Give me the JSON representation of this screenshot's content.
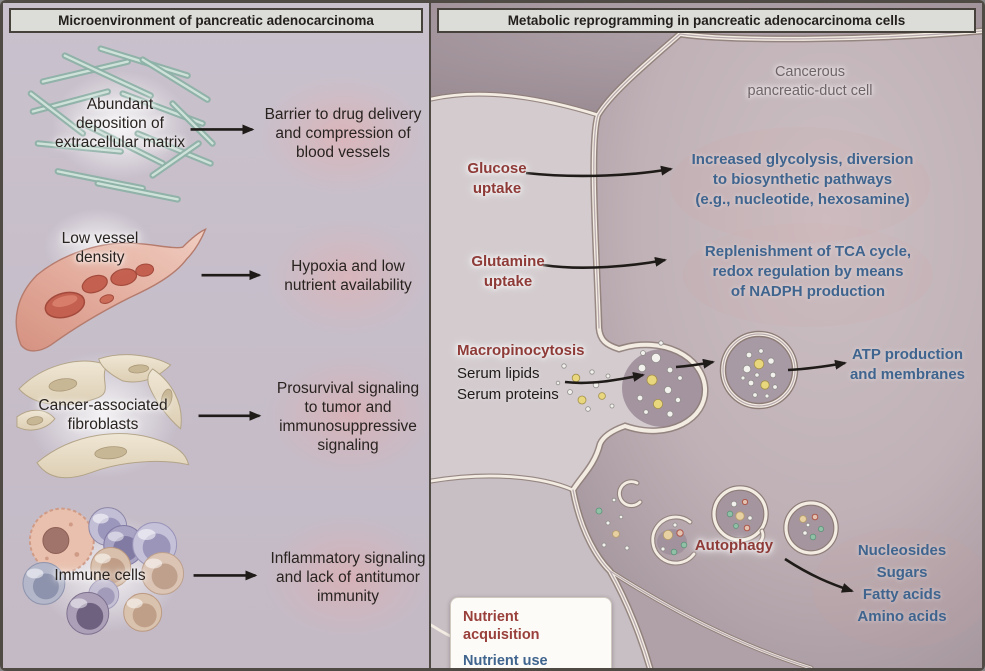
{
  "figure": {
    "left_panel": {
      "title": "Microenvironment of pancreatic adenocarcinoma",
      "rows": [
        {
          "icon": "extracellular-matrix-illustration",
          "label": "Abundant\ndeposition of\nextracellular matrix",
          "effect": "Barrier to drug delivery\nand compression of\nblood vessels"
        },
        {
          "icon": "blood-vessel-illustration",
          "label": "Low vessel\ndensity",
          "effect": "Hypoxia and low\nnutrient availability"
        },
        {
          "icon": "fibroblasts-illustration",
          "label": "Cancer-associated\nfibroblasts",
          "effect": "Prosurvival signaling\nto tumor and\nimmunosuppressive\nsignaling"
        },
        {
          "icon": "immune-cells-illustration",
          "label": "Immune cells",
          "effect": "Inflammatory signaling\nand lack of antitumor\nimmunity"
        }
      ]
    },
    "right_panel": {
      "title": "Metabolic reprogramming in pancreatic adenocarcinoma cells",
      "cell_label": "Cancerous\npancreatic-duct cell",
      "processes": [
        {
          "name": "Glucose\nuptake",
          "result": "Increased glycolysis, diversion\nto biosynthetic pathways\n(e.g., nucleotide, hexosamine)"
        },
        {
          "name": "Glutamine\nuptake",
          "result": "Replenishment of TCA cycle,\nredox regulation by means\nof NADPH production"
        },
        {
          "name": "Macropinocytosis",
          "substrates": "Serum lipids\nSerum proteins",
          "result": "ATP production\nand membranes"
        },
        {
          "name": "Autophagy",
          "result": "Nucleosides\nSugars\nFatty acids\nAmino acids"
        }
      ],
      "legend": {
        "acquisition": "Nutrient acquisition",
        "use": "Nutrient use"
      }
    },
    "colors": {
      "nutrient_acquisition_text": "#8e3b38",
      "nutrient_use_text": "#3f648e",
      "header_background": "#dcdcd8",
      "left_background": "#c6bdc8",
      "cell_background": "#bfb1b6",
      "membrane": "#f3ece2"
    }
  }
}
